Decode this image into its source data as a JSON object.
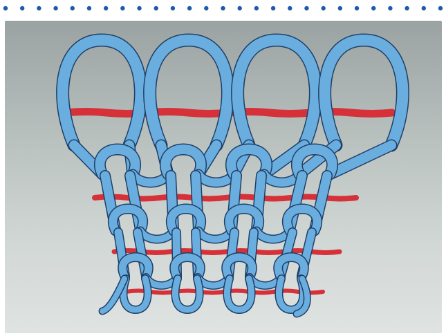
{
  "colors": {
    "background": "#ffffff",
    "dot": "#1e5aa8",
    "panel_top": "#9aa3a2",
    "panel_bottom": "#dfe3e1",
    "loop_yarn": "#6aaee0",
    "loop_outline": "#1f3f66",
    "inlay_yarn": "#d63038"
  },
  "dots": {
    "count": 27
  },
  "illustration": {
    "subject": "knitted-loop-structure-with-laid-in-yarns",
    "wales": 4,
    "loop_courses": 4,
    "inlay_yarns": 4
  }
}
